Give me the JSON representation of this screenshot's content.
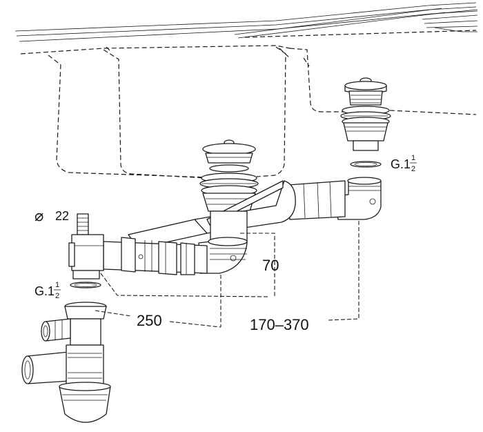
{
  "labels": {
    "diameter_symbol": "⌀",
    "diameter_value": "22",
    "thread_top": {
      "prefix": "G.1",
      "num": "1",
      "den": "2"
    },
    "thread_left": {
      "prefix": "G.1",
      "num": "1",
      "den": "2"
    },
    "dim_height": "70",
    "dim_left": "250",
    "dim_range": "170–370"
  }
}
